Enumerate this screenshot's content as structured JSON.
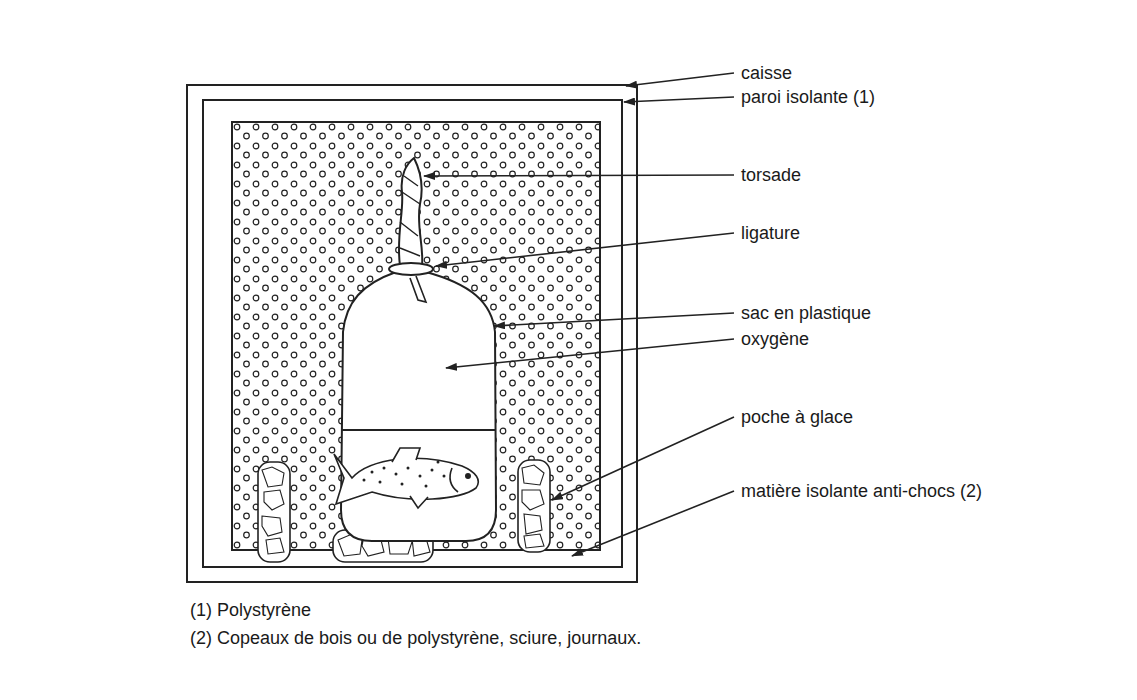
{
  "diagram": {
    "labels": [
      "caisse",
      "paroi isolante (1)",
      "torsade",
      "ligature",
      "sac en plastique",
      "oxygène",
      "poche à glace",
      "matière isolante anti-chocs (2)",
      "(1) Polystyrène",
      "(2) Copeaux de bois ou de polystyrène, sciure, journaux."
    ]
  }
}
